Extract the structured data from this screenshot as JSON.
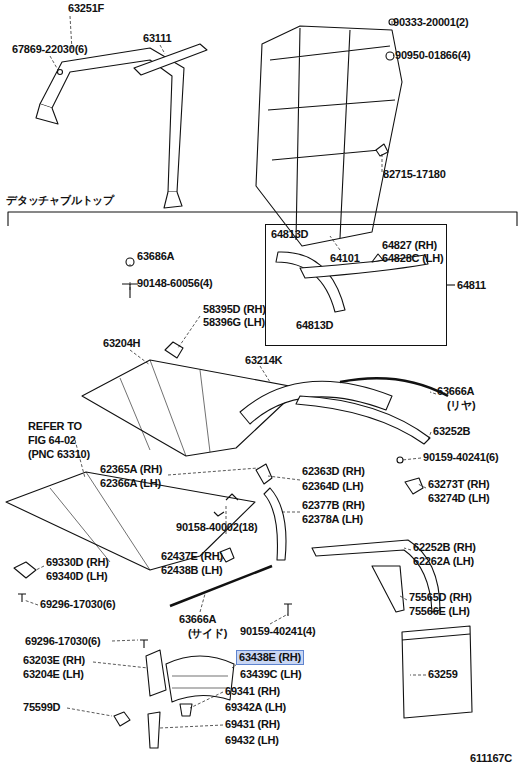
{
  "diagram": {
    "nodes": [
      {
        "text": [
          "64813D",
          "64827 (RH)",
          "64828C (LH)",
          "64813D"
        ]
      },
      {
        "text": [
          "63438E (RH)"
        ]
      }
    ],
    "labels": [
      "63251F",
      "63111",
      "67869-22030(6)",
      "90333-20001(2)",
      "90950-01866(4)",
      "82715-17180",
      "64101",
      "デタッチャブルトップ",
      "64811",
      "63686A",
      "90148-60056(4)",
      "58395D (RH)",
      "58396G (LH)",
      "63204H",
      "63214K",
      "63666A",
      "(リヤ)",
      "63252B",
      "REFER TO",
      "FIG 64-02",
      "(PNC 63310)",
      "62365A (RH)",
      "62366A (LH)",
      "62363D (RH)",
      "62364D (LH)",
      "90159-40241(6)",
      "63273T (RH)",
      "63274D (LH)",
      "62377B (RH)",
      "62378A (LH)",
      "90158-40002(18)",
      "62437E (RH)",
      "62438B (LH)",
      "62252B (RH)",
      "62262A (LH)",
      "69330D (RH)",
      "69340D (LH)",
      "63666A",
      "(サイド)",
      "75565D (RH)",
      "75566E (LH)",
      "69296-17030(6)",
      "90159-40241(4)",
      "69296-17030(6)",
      "63203E (RH)",
      "63204E (LH)",
      "63439C (LH)",
      "63259",
      "69341 (RH)",
      "69342A (LH)",
      "75599D",
      "69431 (RH)",
      "69432 (LH)",
      "611167C"
    ]
  }
}
